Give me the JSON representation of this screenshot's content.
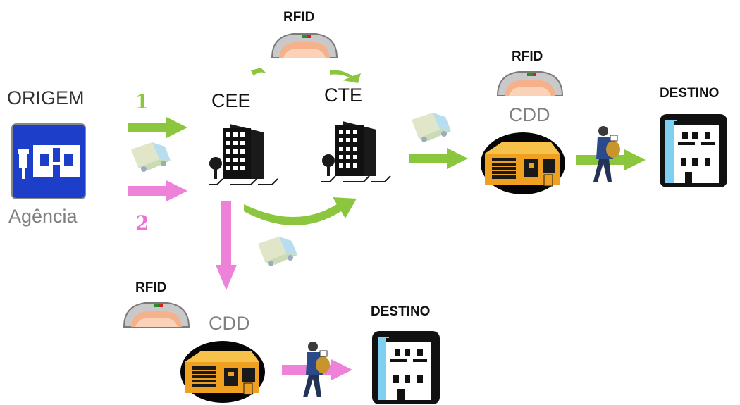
{
  "labels": {
    "origem": "ORIGEM",
    "agencia": "Agência",
    "route1": "1",
    "route2": "2",
    "cee": "CEE",
    "cte": "CTE",
    "cdd_right": "CDD",
    "cdd_bottom": "CDD",
    "destino_right": "DESTINO",
    "destino_bottom": "DESTINO",
    "rfid_top": "RFID",
    "rfid_right": "RFID",
    "rfid_bottom": "RFID"
  },
  "colors": {
    "green_arrow": "#8cc63f",
    "pink_arrow": "#ee82d9",
    "route1_text": "#8cc63f",
    "route2_text": "#ee6fd5",
    "agency_blue": "#1c3ec8",
    "building": "#1a1a1a",
    "warehouse": "#f0a020"
  },
  "icons": {
    "origin": "post-office-sign-icon",
    "center": "office-building-icon",
    "rfid": "rfid-reader-icon",
    "truck": "delivery-truck-icon",
    "cdd": "warehouse-icon",
    "carrier": "mail-carrier-icon",
    "destino": "apartment-building-icon"
  }
}
